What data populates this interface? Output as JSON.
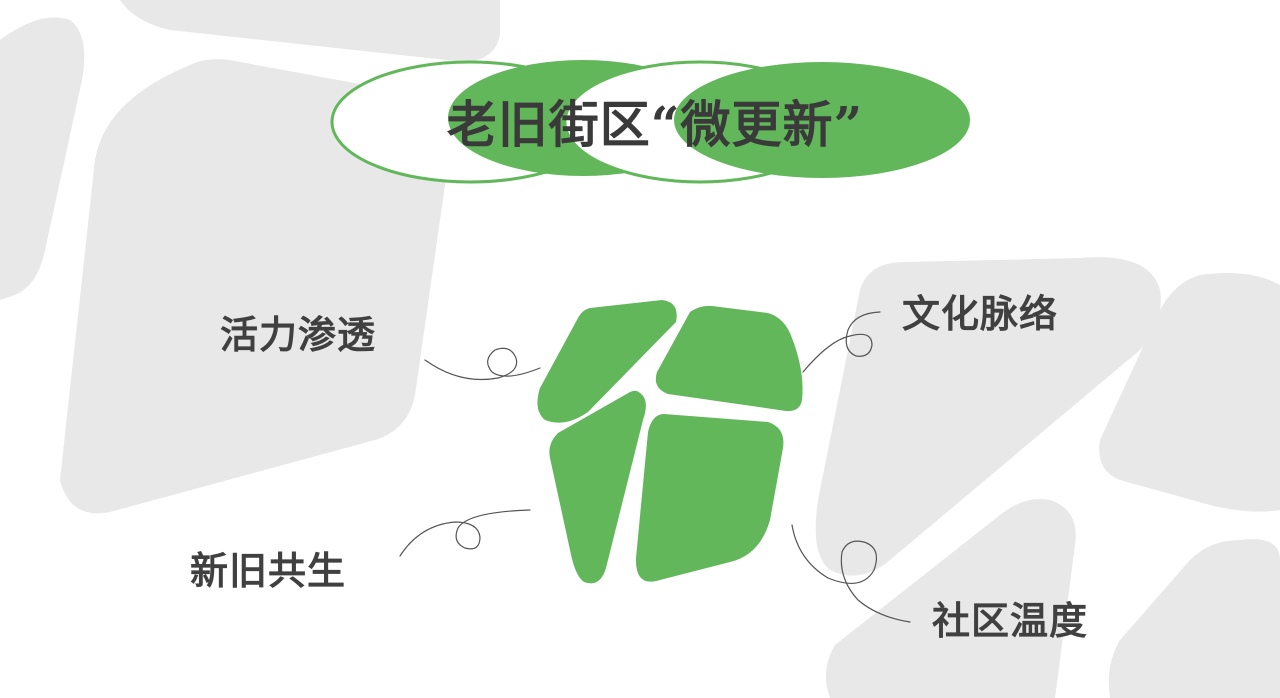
{
  "title": "老旧街区“微更新”",
  "labels": {
    "top_left": "活力渗透",
    "top_right": "文化脉络",
    "bottom_left": "新旧共生",
    "bottom_right": "社区温度"
  },
  "colors": {
    "green": "#62b75b",
    "background_shape": "#e8e8e8",
    "text": "#404040",
    "line": "#555555"
  },
  "icons": {
    "central_graphic": "street-blocks-icon"
  }
}
